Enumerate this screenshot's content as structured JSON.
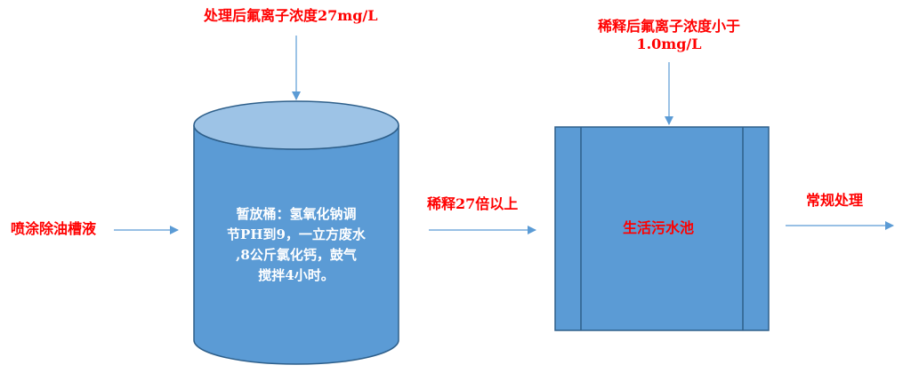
{
  "colors": {
    "fill": "#5b9bd5",
    "fill_top": "#9dc3e6",
    "stroke": "#2e5f8a",
    "arrow": "#5b9bd5",
    "label": "#ff0000"
  },
  "labels": {
    "top_left": "处理后氟离子浓度27mg/L",
    "top_right_line1": "稀释后氟离子浓度小于",
    "top_right_line2": "1.0mg/L",
    "input": "喷涂除油槽液",
    "dilute": "稀释27倍以上",
    "output": "常规处理"
  },
  "tank": {
    "lines": [
      "暂放桶：氢氧化钠调",
      "节PH到9，一立方废水",
      ",8公斤氯化钙，鼓气",
      "搅拌4小时。"
    ]
  },
  "pool": {
    "label": "生活污水池"
  }
}
